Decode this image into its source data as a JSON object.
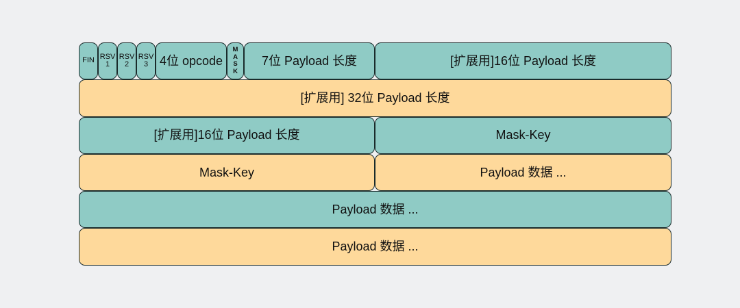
{
  "colors": {
    "teal": "#8FCBC5",
    "orange": "#FED99B",
    "border": "#1A2B2B",
    "bg": "#EFF0F2",
    "text": "#101010"
  },
  "row1": {
    "fin": "FIN",
    "rsv1_line1": "RSV",
    "rsv1_line2": "1",
    "rsv2_line1": "RSV",
    "rsv2_line2": "2",
    "rsv3_line1": "RSV",
    "rsv3_line2": "3",
    "opcode": "4位 opcode",
    "mask": [
      "M",
      "A",
      "S",
      "K"
    ],
    "payload_len_7": "7位 Payload 长度",
    "payload_len_16_ext": "[扩展用]16位 Payload 长度"
  },
  "row2": {
    "label": "[扩展用] 32位 Payload 长度"
  },
  "row3": {
    "left": "[扩展用]16位 Payload 长度",
    "right": "Mask-Key"
  },
  "row4": {
    "left": "Mask-Key",
    "right": "Payload 数据 ..."
  },
  "row5": {
    "label": "Payload 数据 ..."
  },
  "row6": {
    "label": "Payload 数据 ..."
  }
}
